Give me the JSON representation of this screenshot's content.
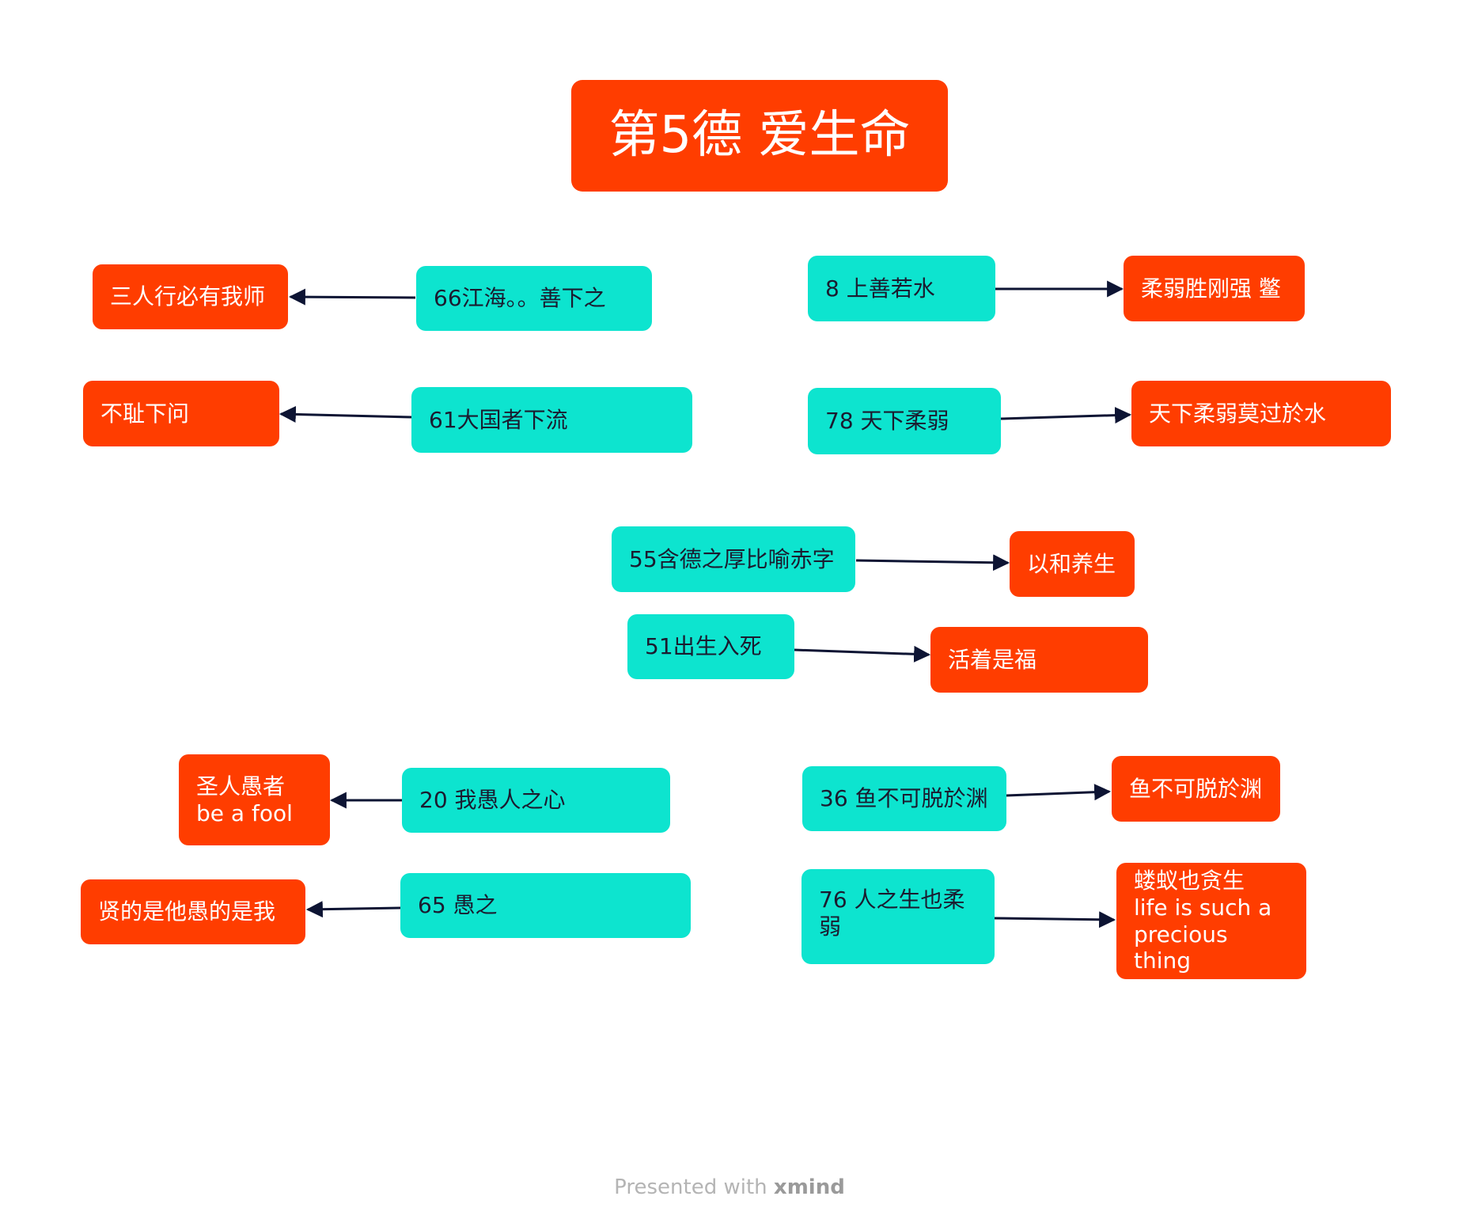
{
  "title": "第5德 爱生命",
  "nodes": {
    "n66": "66江海。。善下之",
    "n66_out": "三人行必有我师",
    "n61": "61大国者下流",
    "n61_out": "不耻下问",
    "n8": "8 上善若水",
    "n8_out": "柔弱胜刚强 鳖",
    "n78": "78 天下柔弱",
    "n78_out": "天下柔弱莫过於水",
    "n55": "55含德之厚比喻赤字",
    "n55_out": "以和养生",
    "n51": "51出生入死",
    "n51_out": "活着是福",
    "n20": "20 我愚人之心",
    "n20_out": "圣人愚者\nbe a fool",
    "n65": "65 愚之",
    "n65_out": "贤的是他愚的是我",
    "n36": "36 鱼不可脱於渊",
    "n36_out": "鱼不可脱於渊",
    "n76": "76 人之生也柔\n弱",
    "n76_out": "蝼蚁也贪生\nlife is such a\nprecious thing"
  },
  "colors": {
    "orange": "#ff3d00",
    "cyan": "#0de4cf",
    "connector": "#0d1433"
  },
  "footer": {
    "prefix": "Presented with",
    "brand": "xmind"
  }
}
